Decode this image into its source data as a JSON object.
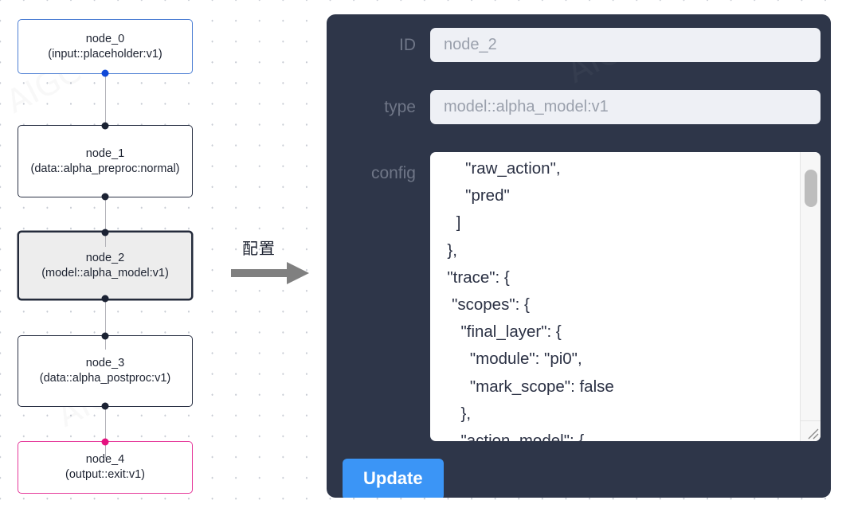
{
  "canvas": {
    "background_color": "#ffffff",
    "grid_dot_color": "#c8ccd4"
  },
  "graph": {
    "nodes": [
      {
        "id": "node_0",
        "title": "node_0",
        "subtitle": "(input::placeholder:v1)",
        "kind": "input",
        "selected": false,
        "border_color": "#4d7fd4",
        "handle_color": "#1149d8"
      },
      {
        "id": "node_1",
        "title": "node_1",
        "subtitle": "(data::alpha_preproc:normal)",
        "kind": "default",
        "selected": false,
        "border_color": "#2b3245",
        "handle_color": "#1b2233"
      },
      {
        "id": "node_2",
        "title": "node_2",
        "subtitle": "(model::alpha_model:v1)",
        "kind": "model",
        "selected": true,
        "border_color": "#242b3b",
        "handle_color": "#1b2233"
      },
      {
        "id": "node_3",
        "title": "node_3",
        "subtitle": "(data::alpha_postproc:v1)",
        "kind": "default",
        "selected": false,
        "border_color": "#2b3245",
        "handle_color": "#1b2233"
      },
      {
        "id": "node_4",
        "title": "node_4",
        "subtitle": "(output::exit:v1)",
        "kind": "output",
        "selected": false,
        "border_color": "#e5399a",
        "handle_color": "#e5127f"
      }
    ],
    "edges": [
      {
        "from": "node_0",
        "to": "node_1"
      },
      {
        "from": "node_1",
        "to": "node_2"
      },
      {
        "from": "node_2",
        "to": "node_3"
      },
      {
        "from": "node_3",
        "to": "node_4"
      }
    ]
  },
  "arrow": {
    "caption": "配置",
    "color": "#808080"
  },
  "panel": {
    "background_color": "#2e3649",
    "fields": {
      "id": {
        "label": "ID",
        "value": "node_2"
      },
      "type": {
        "label": "type",
        "value": "model::alpha_model:v1"
      },
      "config": {
        "label": "config",
        "value": "      \"raw_action\",\n      \"pred\"\n    ]\n  },\n  \"trace\": {\n   \"scopes\": {\n     \"final_layer\": {\n       \"module\": \"pi0\",\n       \"mark_scope\": false\n     },\n     \"action_model\": {",
        "scrollbar_visible": true
      }
    },
    "update_button": {
      "label": "Update",
      "color": "#3b95f6"
    }
  }
}
